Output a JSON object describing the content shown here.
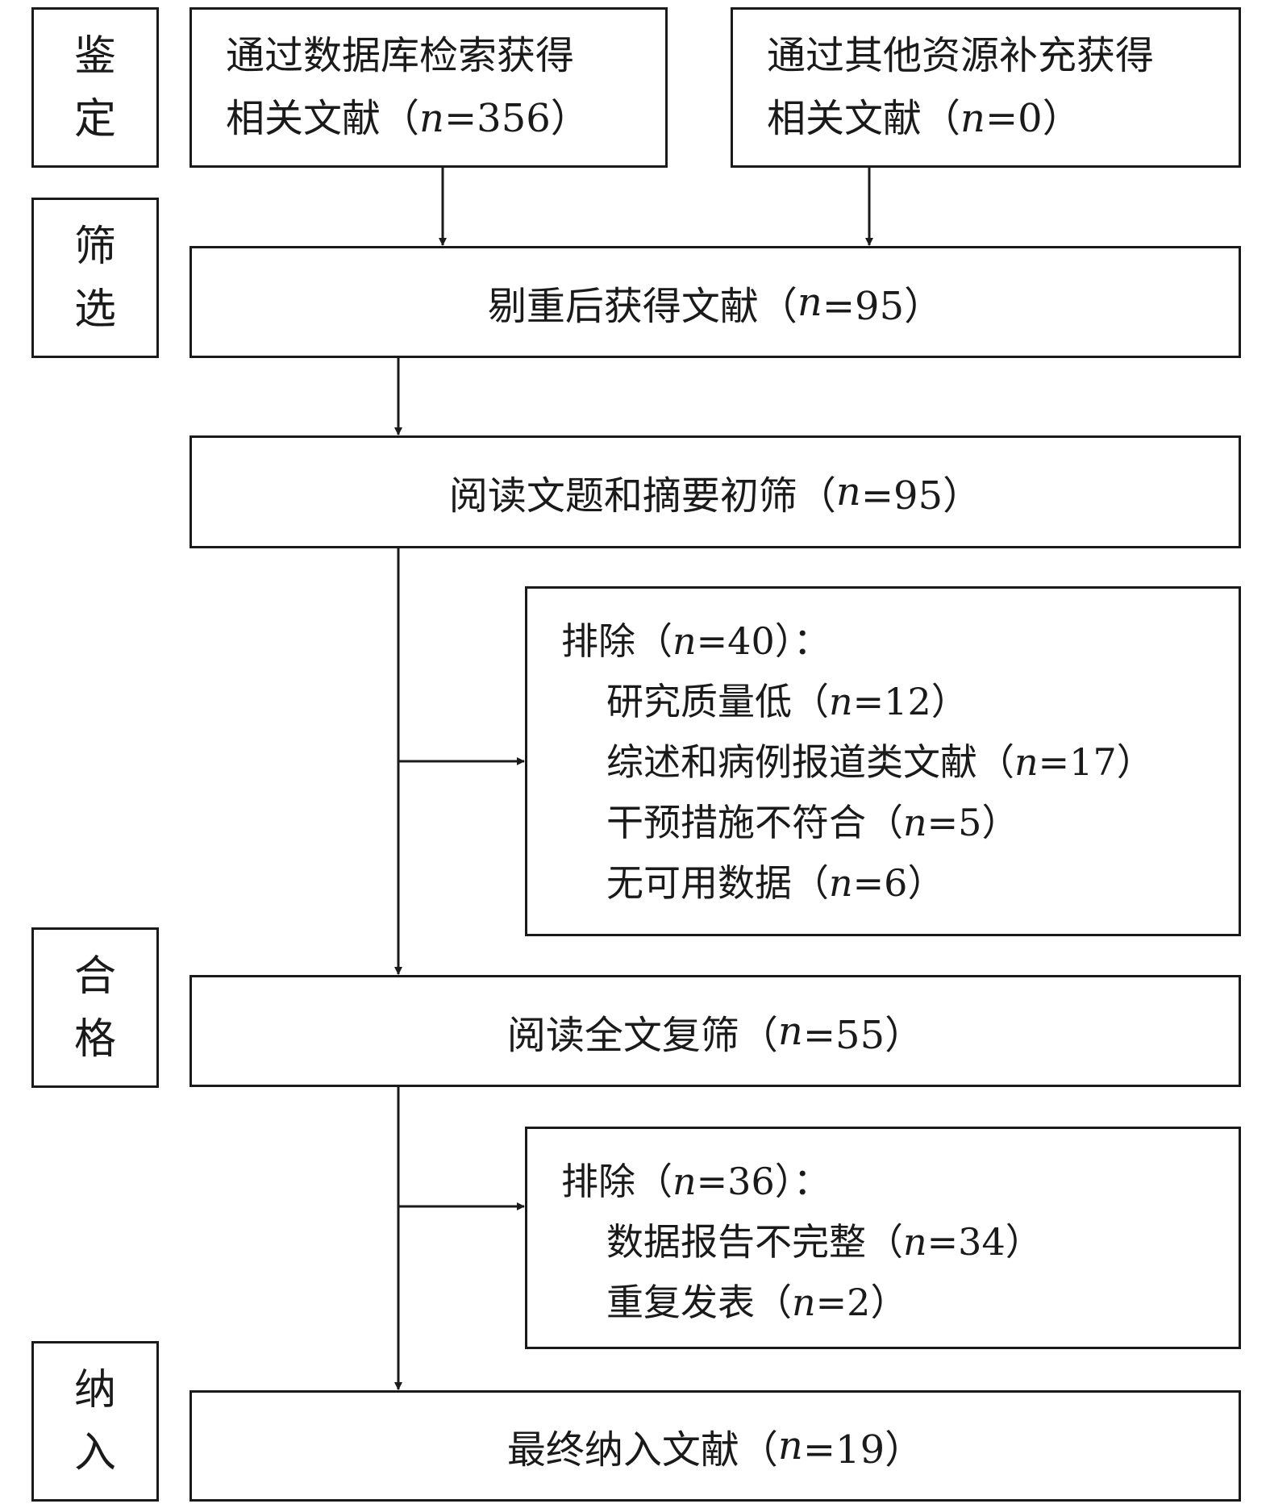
{
  "stages": [
    {
      "chars": [
        "鉴",
        "定"
      ]
    },
    {
      "chars": [
        "筛",
        "选"
      ]
    },
    {
      "chars": [
        "合",
        "格"
      ]
    },
    {
      "chars": [
        "纳",
        "入"
      ]
    }
  ],
  "database_box": {
    "line1": "通过数据库检索获得",
    "line2_prefix": "相关文献（",
    "n_label": "n",
    "line2_value": "=356）"
  },
  "other_box": {
    "line1": "通过其他资源补充获得",
    "line2_prefix": "相关文献（",
    "n_label": "n",
    "line2_value": "=0）"
  },
  "dedup_box": {
    "prefix": "剔重后获得文献（",
    "n_label": "n",
    "value": "=95）"
  },
  "title_screen_box": {
    "prefix": "阅读文题和摘要初筛（",
    "n_label": "n",
    "value": "=95）"
  },
  "exclusion_1": {
    "head_prefix": "排除（",
    "n_label": "n",
    "head_value": "=40）：",
    "items": [
      {
        "prefix": "研究质量低（",
        "n_label": "n",
        "value": "=12）"
      },
      {
        "prefix": "综述和病例报道类文献（",
        "n_label": "n",
        "value": "=17）"
      },
      {
        "prefix": "干预措施不符合（",
        "n_label": "n",
        "value": "=5）"
      },
      {
        "prefix": "无可用数据（",
        "n_label": "n",
        "value": "=6）"
      }
    ]
  },
  "fulltext_box": {
    "prefix": "阅读全文复筛（",
    "n_label": "n",
    "value": "=55）"
  },
  "exclusion_2": {
    "head_prefix": "排除（",
    "n_label": "n",
    "head_value": "=36）：",
    "items": [
      {
        "prefix": "数据报告不完整（",
        "n_label": "n",
        "value": "=34）"
      },
      {
        "prefix": "重复发表（",
        "n_label": "n",
        "value": "=2）"
      }
    ]
  },
  "included_box": {
    "prefix": "最终纳入文献（",
    "n_label": "n",
    "value": "=19）"
  }
}
